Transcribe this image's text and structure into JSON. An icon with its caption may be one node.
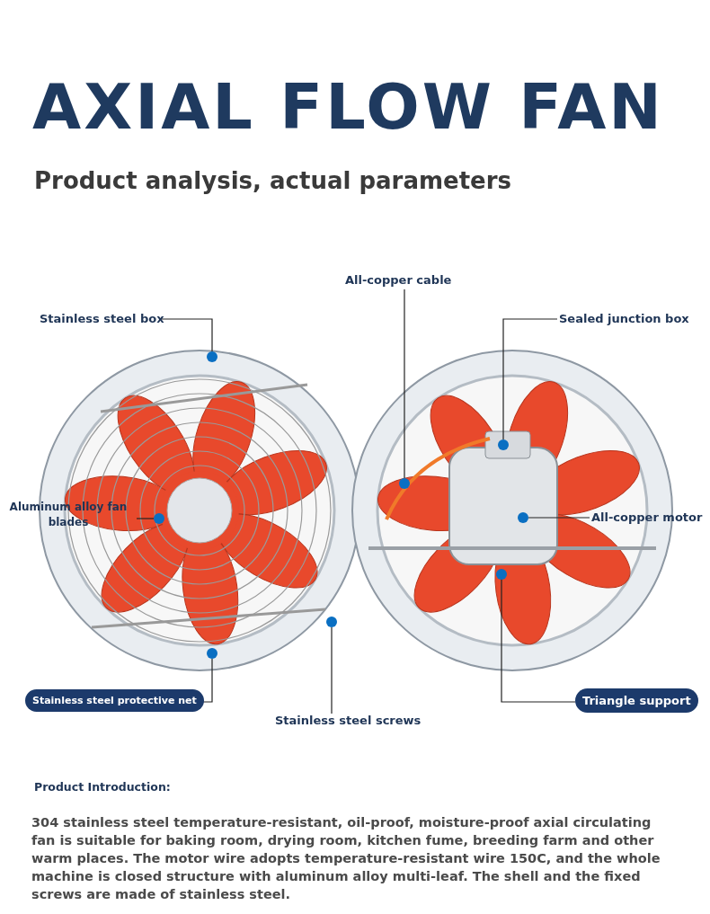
{
  "diagram": {
    "title": "AXIAL FLOW FAN",
    "nodes": [
      {
        "text": [],
        "shape": "picture"
      },
      {
        "text": [],
        "shape": "picture"
      },
      {
        "text": [
          "All-copper cable"
        ]
      },
      {
        "text": [
          "Stainless steel box"
        ]
      },
      {
        "text": [
          "Sealed junction box"
        ]
      },
      {
        "text": [
          "Aluminum alloy fan blades"
        ]
      },
      {
        "text": [
          "All-copper motor"
        ]
      },
      {
        "text": [
          "Stainless steel protective net"
        ]
      },
      {
        "text": [
          "Triangle support"
        ]
      },
      {
        "text": [
          "Stainless steel screws"
        ]
      },
      {
        "text": [],
        "shape": "circle",
        "in": 0
      },
      {
        "text": [],
        "shape": "circle",
        "in": 1
      },
      {
        "text": [],
        "shape": "circle",
        "in": 1
      },
      {
        "text": [],
        "shape": "circle",
        "in": 0
      },
      {
        "text": [],
        "shape": "circle",
        "in": 1
      },
      {
        "text": [],
        "shape": "circle",
        "in": 0
      },
      {
        "text": [],
        "shape": "circle",
        "in": 0
      },
      {
        "text": [],
        "shape": "circle",
        "in": 1
      }
    ],
    "edges": [
      {
        "from": 3,
        "to": 10,
        "arrow": "none"
      },
      {
        "from": 2,
        "to": 11,
        "arrow": "none"
      },
      {
        "from": 4,
        "to": 12,
        "arrow": "none"
      },
      {
        "from": 5,
        "to": 13,
        "arrow": "none"
      },
      {
        "from": 6,
        "to": 14,
        "arrow": "none"
      },
      {
        "from": 7,
        "to": 15,
        "arrow": "none"
      },
      {
        "from": 8,
        "to": 17,
        "arrow": "none"
      },
      {
        "from": 9,
        "to": 16,
        "arrow": "none"
      }
    ],
    "labels": [
      "Product analysis, actual parameters",
      "Product Introduction:",
      "304 stainless steel temperature-resistant, oil-proof, moisture-proof axial circulating fan is suitable for baking room, drying room, kitchen fume, breeding farm and other warm places. The motor wire adopts temperature-resistant wire 150C, and the whole machine is closed structure with aluminum alloy multi-leaf. The shell and the fixed screws are made of stainless steel."
    ]
  }
}
